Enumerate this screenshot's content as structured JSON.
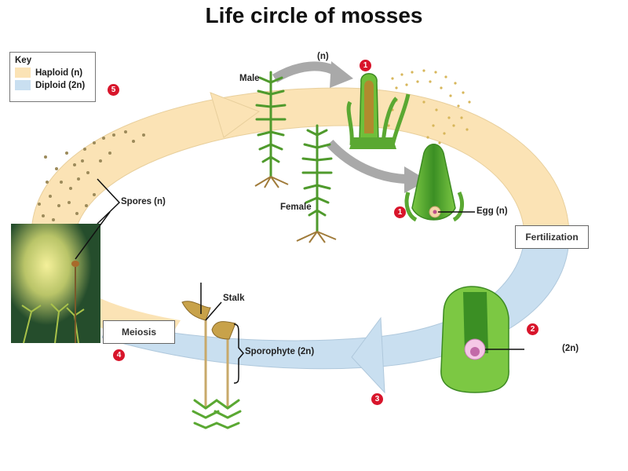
{
  "title": "Life circle of mosses",
  "key": {
    "heading": "Key",
    "items": [
      {
        "label": "Haploid (n)",
        "color": "#fbe3b5"
      },
      {
        "label": "Diploid (2n)",
        "color": "#c9dff0"
      }
    ]
  },
  "labels": {
    "n_arrow": "(n)",
    "male": "Male",
    "female": "Female",
    "egg": "Egg (n)",
    "spores": "Spores (n)",
    "stalk": "Stalk",
    "sporophyte": "Sporophyte (2n)",
    "zygote_2n": "(2n)"
  },
  "process_boxes": {
    "fertilization": "Fertilization",
    "meiosis": "Meiosis"
  },
  "step_badges": {
    "antheridium": "1",
    "archegonium": "1",
    "zygote": "2",
    "sporophyte_growth": "3",
    "meiosis": "4",
    "spores": "5"
  },
  "colors": {
    "haploid_band": "#fbe3b5",
    "diploid_band": "#c9dff0",
    "badge": "#d8152b",
    "gray_arrow": "#a9a9a9",
    "plant_green": "#5aa832"
  }
}
